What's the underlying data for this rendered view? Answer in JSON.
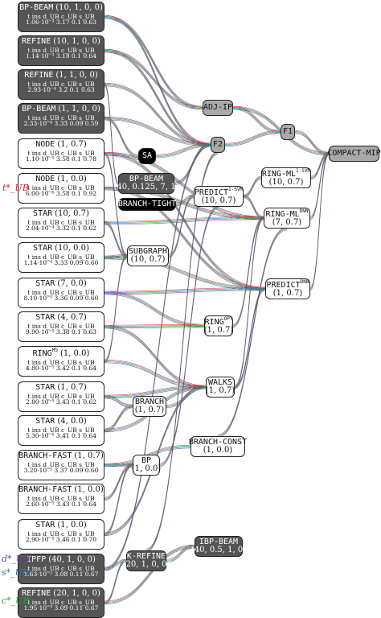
{
  "left_nodes": [
    {
      "name": "BP-BEAM",
      "params": "(10, 1, 0, 0)",
      "header": "t ins   d_UB c_UB s_UB",
      "values": "1.06·10⁻³  3.17  0.1  0.63",
      "style": "dark"
    },
    {
      "name": "REFINE",
      "params": "(10, 1, 0, 0)",
      "header": "t ins   d_UB c_UB s_UB",
      "values": "1.14·10⁻³  3.18  0.1  0.64",
      "style": "dark"
    },
    {
      "name": "REFINE",
      "params": "(1, 1, 0, 0)",
      "header": "t ins   d_UB c_UB s_UB",
      "values": "2.93·10⁻⁴  3.2  0.1  0.63",
      "style": "dark"
    },
    {
      "name": "BP-BEAM",
      "params": "(1, 1, 0, 0)",
      "header": "t ins   d_UB c_UB s_UB",
      "values": "2.33·10⁻⁴  3.33  0.09  0.59",
      "style": "dark"
    },
    {
      "name": "NODE",
      "params": "(1, 0.7)",
      "header": "t ins   d_UB c_UB s_UB",
      "values": "1.10·10⁻⁵  3.58  0.1  0.78",
      "style": "white"
    },
    {
      "name": "NODE",
      "params": "(1, 0.0)",
      "header": "t ins   d_UB c_UB s_UB",
      "values": "6.00·10⁻⁶  3.58  0.1  0.92",
      "style": "white"
    },
    {
      "name": "STAR",
      "params": "(10, 0.7)",
      "header": "t ins   d_UB c_UB s_UB",
      "values": "2.04·10⁻⁴  3.32  0.1  0.62",
      "style": "white"
    },
    {
      "name": "STAR",
      "params": "(10, 0.0)",
      "header": "t ins   d_UB c_UB s_UB",
      "values": "1.14·10⁻⁴  3.33  0.09  0.60",
      "style": "white"
    },
    {
      "name": "STAR",
      "params": "(7, 0.0)",
      "header": "t ins   d_UB c_UB s_UB",
      "values": "8.10·10⁻⁵  3.36  0.09  0.60",
      "style": "white"
    },
    {
      "name": "STAR",
      "params": "(4, 0.7)",
      "header": "t ins   d_UB c_UB s_UB",
      "values": "9.90·10⁻⁵  3.38  0.1  0.63",
      "style": "white"
    },
    {
      "name": "RING",
      "sup": "MS",
      "params": "(1, 0.0)",
      "header": "t ins   d_UB c_UB s_UB",
      "values": "4.80·10⁻⁵  3.42  0.1  0.64",
      "style": "white"
    },
    {
      "name": "STAR",
      "params": "(1, 0.7)",
      "header": "t ins   d_UB c_UB s_UB",
      "values": "2.80·10⁻⁵  3.43  0.1  0.62",
      "style": "white"
    },
    {
      "name": "STAR",
      "params": "(4, 0.0)",
      "header": "t ins   d_UB c_UB s_UB",
      "values": "5.30·10⁻⁵  3.41  0.1  0.64",
      "style": "white"
    },
    {
      "name": "BRANCH-FAST",
      "params": "(1, 0.7)",
      "header": "t ins   d_UB c_UB s_UB",
      "values": "3.20·10⁻⁵  3.37  0.09  0.60",
      "style": "white"
    },
    {
      "name": "BRANCH-FAST",
      "params": "(1, 0.0)",
      "header": "t ins   d_UB c_UB s_UB",
      "values": "2.60·10⁻⁵  3.43  0.1  0.64",
      "style": "white"
    },
    {
      "name": "STAR",
      "params": "(1, 0.0)",
      "header": "t ins   d_UB c_UB s_UB",
      "values": "2.90·10⁻⁵  3.46  0.1  0.70",
      "style": "white"
    },
    {
      "name": "IPFP",
      "params": "(40, 1, 0, 0)",
      "header": "t ins   d_UB c_UB s_UB",
      "values": "1.63·10⁻²  3.08  0.11  0.67",
      "style": "dark"
    },
    {
      "name": "REFINE",
      "params": "(20, 1, 0, 0)",
      "header": "t ins   d_UB c_UB s_UB",
      "values": "1.95·10⁻³  3.09  0.11  0.67",
      "style": "dark"
    }
  ],
  "mid_nodes": [
    {
      "id": "sa",
      "name": "SA",
      "params": "",
      "style": "black"
    },
    {
      "id": "bp-beam-mid",
      "name": "BP-BEAM",
      "params": "(40, 0.125, 7, 1)",
      "style": "dark"
    },
    {
      "id": "branch-tight",
      "name": "BRANCH-TIGHT",
      "params": "",
      "style": "black"
    },
    {
      "id": "subgraph",
      "name": "SUBGRAPH",
      "params": "(10, 0.7)",
      "style": "white"
    },
    {
      "id": "branch",
      "name": "BRANCH",
      "params": "(1, 0.7)",
      "style": "white"
    },
    {
      "id": "bp",
      "name": "BP",
      "params": "(1, 0.0)",
      "style": "white"
    },
    {
      "id": "k-refine",
      "name": "K-REFINE",
      "params": "(20, 1, 0, 0)",
      "style": "dark"
    },
    {
      "id": "ibp-beam",
      "name": "IBP-BEAM",
      "params": "(40, 0.5, 1, 0)",
      "style": "dark"
    },
    {
      "id": "predict-1svm",
      "name": "PREDICT",
      "sup": "1-SVM",
      "params": "(10, 0.7)",
      "style": "white"
    },
    {
      "id": "ring-opt",
      "name": "RING",
      "sup": "OPT",
      "params": "(1, 0.7)",
      "style": "white"
    },
    {
      "id": "walks",
      "name": "WALKS",
      "params": "(1, 0.7)",
      "style": "white"
    },
    {
      "id": "branch-const",
      "name": "BRANCH-CONST",
      "params": "(1, 0.0)",
      "style": "white"
    },
    {
      "id": "adj-ip",
      "name": "ADJ-IP",
      "params": "",
      "style": "gray"
    },
    {
      "id": "f2",
      "name": "F2",
      "params": "",
      "style": "gray"
    },
    {
      "id": "f1",
      "name": "F1",
      "params": "",
      "style": "gray"
    },
    {
      "id": "compact-mip",
      "name": "COMPACT-MIP",
      "params": "",
      "style": "gray"
    },
    {
      "id": "ring-ml-1svm",
      "name": "RING-ML",
      "sup": "1-SVM",
      "params": "(10, 0.7)",
      "style": "white"
    },
    {
      "id": "ring-ml-dnn",
      "name": "RING-ML",
      "sup": "DNN",
      "params": "(7, 0.7)",
      "style": "white"
    },
    {
      "id": "predict-dnn",
      "name": "PREDICT",
      "sup": "DNN",
      "params": "(1, 0.7)",
      "style": "white"
    }
  ],
  "side_labels": [
    {
      "id": "t-ub",
      "text": "t*_UB",
      "color": "#d62728"
    },
    {
      "id": "d-ub",
      "text": "d*_UB",
      "color": "#6a3d9a"
    },
    {
      "id": "s-ub",
      "text": "s*_UB",
      "color": "#1f77b4"
    },
    {
      "id": "c-ub",
      "text": "c*_UB",
      "color": "#2ca02c"
    }
  ],
  "edge_colors": [
    "#d62728",
    "#1f77b4",
    "#2ca02c",
    "#6a3d9a"
  ]
}
